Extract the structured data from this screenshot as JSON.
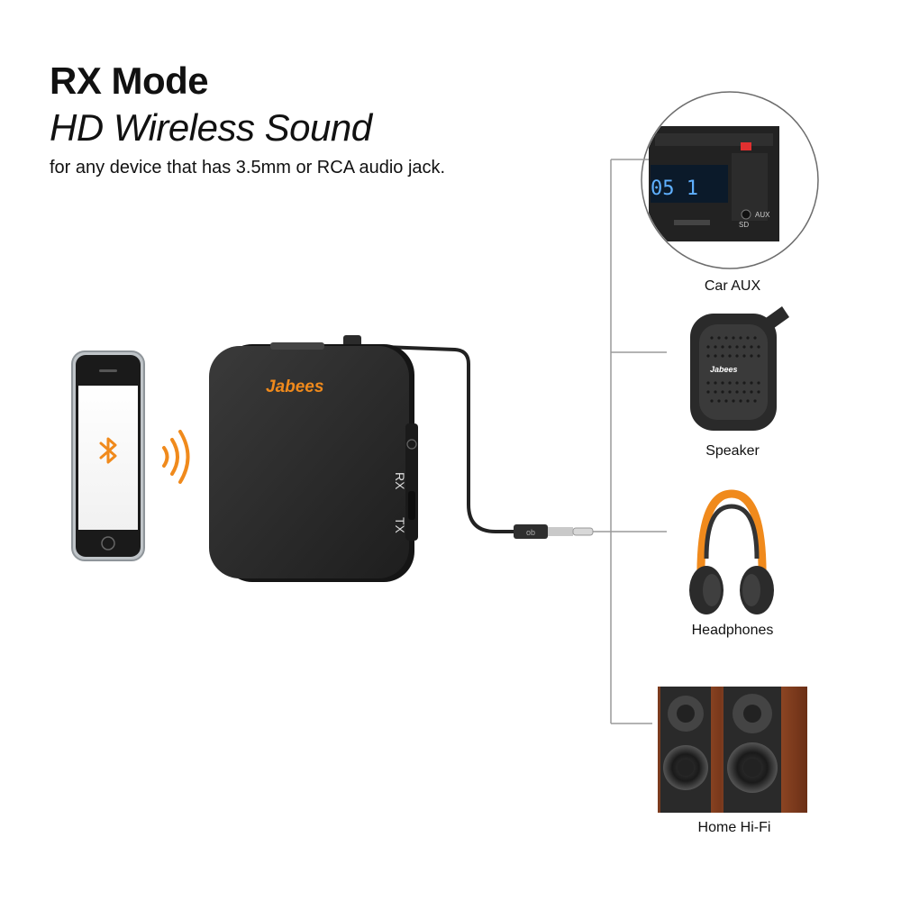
{
  "header": {
    "title": "RX Mode",
    "subtitle": "HD Wireless Sound",
    "description": "for any device that has 3.5mm or RCA audio jack."
  },
  "device": {
    "brand": "Jabees",
    "switch_tx": "TX",
    "switch_rx": "RX"
  },
  "car_display": {
    "readout": "05 1",
    "aux": "AUX",
    "sd": "SD"
  },
  "speaker": {
    "brand": "Jabees"
  },
  "outputs": [
    {
      "label": "Car AUX"
    },
    {
      "label": "Speaker"
    },
    {
      "label": "Headphones"
    },
    {
      "label": "Home Hi-Fi"
    }
  ],
  "colors": {
    "accent": "#f08a1c",
    "device_body": "#2b2b2b",
    "connector_line": "#9a9a9a"
  },
  "icons": [
    "bluetooth-icon",
    "signal-waves-icon"
  ]
}
